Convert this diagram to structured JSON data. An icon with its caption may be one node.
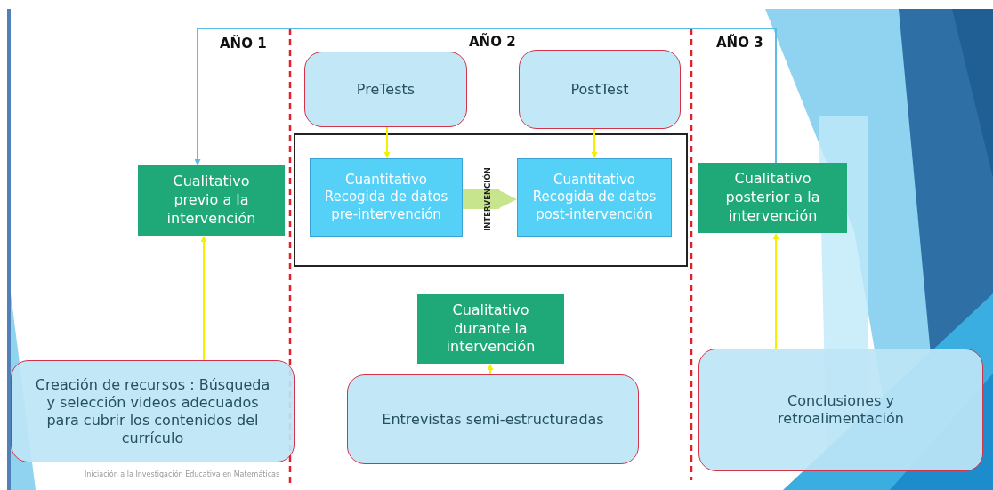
{
  "diagram": {
    "nodes": [
      {
        "text": [
          "PreTests"
        ]
      },
      {
        "text": [
          "PostTest"
        ]
      },
      {
        "text": [],
        "shape": "box"
      },
      {
        "text": [
          "Cualitativo previo a la intervención"
        ]
      },
      {
        "text": [
          "Cuantitativo Recogida de datos pre-intervención"
        ],
        "in": 2
      },
      {
        "text": [
          "Cuantitativo Recogida de datos post-intervención"
        ],
        "in": 2
      },
      {
        "text": [
          "Cualitativo posterior a la intervención"
        ]
      },
      {
        "text": [
          "Cualitativo durante la intervención"
        ]
      },
      {
        "text": [
          "Creación de recursos : Búsqueda y selección videos adecuados para cubrir los contenidos del currículo"
        ]
      },
      {
        "text": [
          "Entrevistas semi-estructuradas"
        ]
      },
      {
        "text": [
          "Conclusiones y retroalimentación"
        ]
      }
    ],
    "edges": [
      {
        "from": 6,
        "to": 3,
        "arrow": "to",
        "color": "#5bbce8"
      },
      {
        "from": 0,
        "to": 4,
        "arrow": "to"
      },
      {
        "from": 1,
        "to": 5,
        "arrow": "to"
      },
      {
        "from": 4,
        "to": 5,
        "arrow": "to",
        "label": "INTERVENCIÓN",
        "style": "thick",
        "color": "#c6e58c"
      },
      {
        "from": 8,
        "to": 3,
        "arrow": "to"
      },
      {
        "from": 9,
        "to": 7,
        "arrow": "to"
      },
      {
        "from": 10,
        "to": 6,
        "arrow": "to"
      }
    ],
    "labels": [
      "AÑO 1",
      "AÑO 2",
      "AÑO 3",
      "Iniciación a la Investigación Educativa en Matemáticas"
    ]
  }
}
